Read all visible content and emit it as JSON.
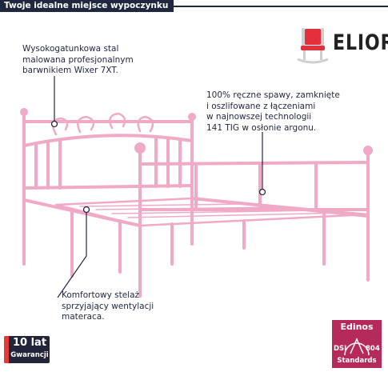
{
  "header": {
    "tagline": "Twoje idealne miejsce wypoczynku"
  },
  "brand": {
    "name": "ELIOR",
    "logo_icon": "chair-icon",
    "logo_color": "#e52f3a"
  },
  "annotations": {
    "paint": "Wysokogatunkowa stal\nmalowana profesjonalnym\nbarwnikiem Wixer 7XT.",
    "welds": "100% ręczne spawy, zamknięte\ni oszlifowane z łączeniami\nw najnowszej technologii\n141 TIG w osłonie argonu.",
    "slats": "Komfortowy stelaż\nsprzyjający wentylacji\nmateraca."
  },
  "warranty": {
    "years": "10 lat",
    "label": "Gwarancji",
    "accent_color": "#e53a36"
  },
  "certificate": {
    "brand": "Edinos",
    "mark_left": "DSI",
    "mark_right": "804",
    "label": "Standards",
    "color": "#b5295b"
  },
  "product": {
    "name": "metal bed frame",
    "frame_color": "#f0a9c7"
  }
}
